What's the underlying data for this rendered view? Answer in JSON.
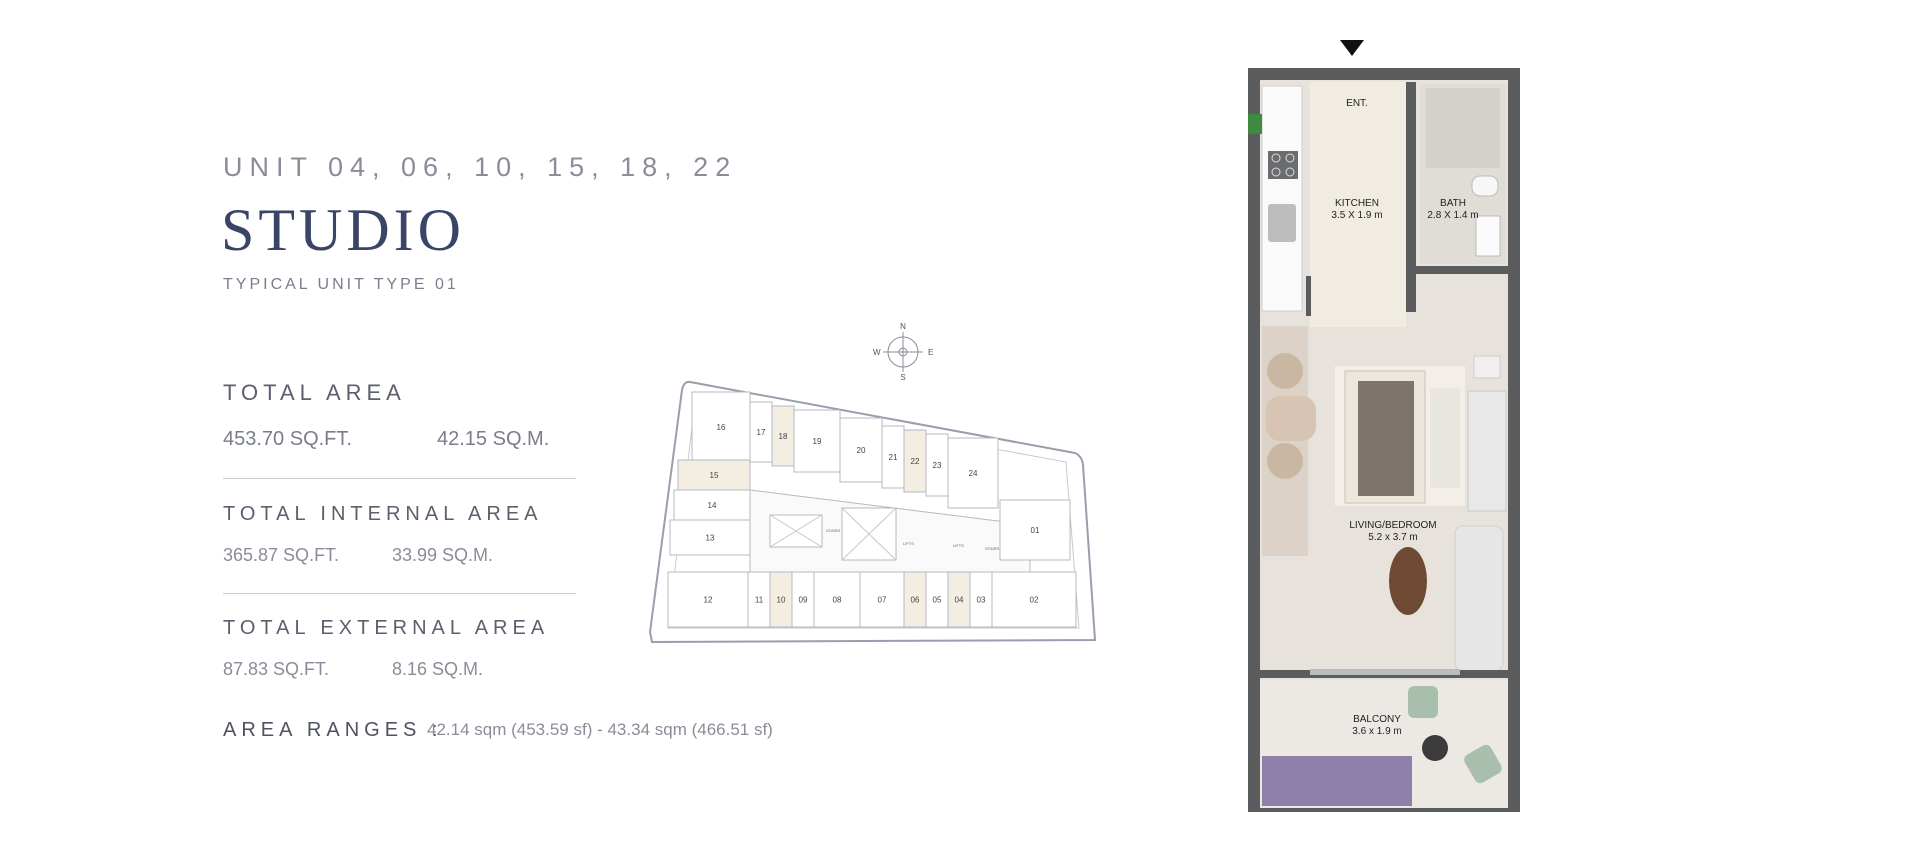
{
  "header": {
    "units": "UNIT 04, 06, 10, 15, 18, 22",
    "type_name": "STUDIO",
    "subtitle": "TYPICAL UNIT TYPE 01"
  },
  "areas": {
    "total": {
      "label": "TOTAL AREA",
      "sqft": "453.70 SQ.FT.",
      "sqm": "42.15 SQ.M."
    },
    "internal": {
      "label": "TOTAL INTERNAL AREA",
      "sqft": "365.87 SQ.FT.",
      "sqm": "33.99 SQ.M."
    },
    "external": {
      "label": "TOTAL EXTERNAL AREA",
      "sqft": "87.83 SQ.FT.",
      "sqm": "8.16 SQ.M."
    },
    "ranges": {
      "label": "AREA RANGES  :",
      "value": "42.14 sqm (453.59 sf) - 43.34 sqm (466.51 sf)"
    }
  },
  "compass": {
    "n": "N",
    "s": "S",
    "e": "E",
    "w": "W"
  },
  "key_plan": {
    "highlight_color": "#f3ede2",
    "units": [
      "16",
      "17",
      "18",
      "19",
      "20",
      "21",
      "22",
      "23",
      "24",
      "15",
      "14",
      "13",
      "01",
      "12",
      "11",
      "10",
      "09",
      "08",
      "07",
      "06",
      "05",
      "04",
      "03",
      "02"
    ],
    "highlighted": [
      "18",
      "22",
      "15",
      "10",
      "06",
      "04"
    ],
    "labels": {
      "stairs": "STAIRS",
      "lifts": "LIFTS"
    }
  },
  "floor_plan": {
    "rooms": [
      {
        "name": "ENT.",
        "dims": ""
      },
      {
        "name": "KITCHEN",
        "dims": "3.5 X 1.9 m"
      },
      {
        "name": "BATH",
        "dims": "2.8 X 1.4 m"
      },
      {
        "name": "LIVING/BEDROOM",
        "dims": "5.2 x 3.7 m"
      },
      {
        "name": "BALCONY",
        "dims": "3.6 x 1.9 m"
      }
    ]
  }
}
